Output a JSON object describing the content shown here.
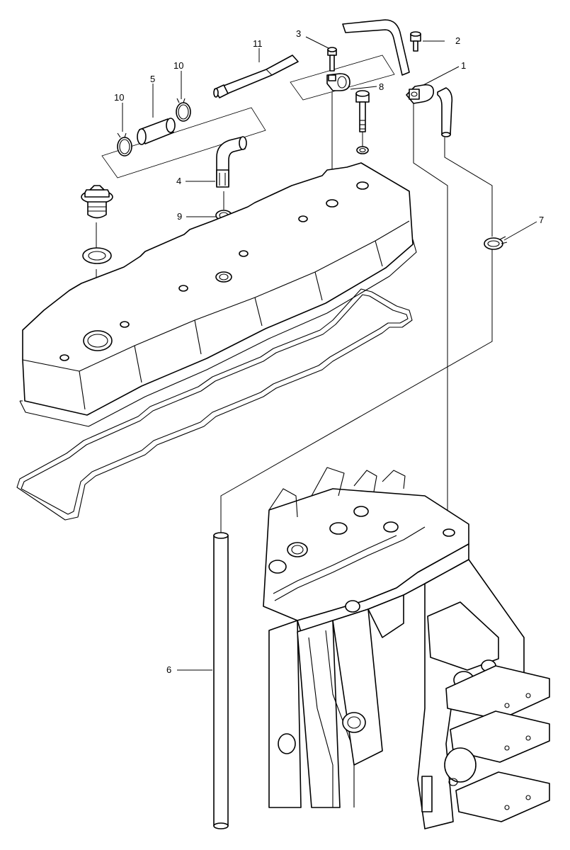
{
  "callouts": [
    {
      "id": "1",
      "text": "1"
    },
    {
      "id": "2",
      "text": "2"
    },
    {
      "id": "3",
      "text": "3"
    },
    {
      "id": "4",
      "text": "4"
    },
    {
      "id": "5",
      "text": "5"
    },
    {
      "id": "6",
      "text": "6"
    },
    {
      "id": "7",
      "text": "7"
    },
    {
      "id": "8",
      "text": "8"
    },
    {
      "id": "9",
      "text": "9"
    },
    {
      "id": "10a",
      "text": "10"
    },
    {
      "id": "10b",
      "text": "10"
    },
    {
      "id": "11",
      "text": "11"
    }
  ]
}
